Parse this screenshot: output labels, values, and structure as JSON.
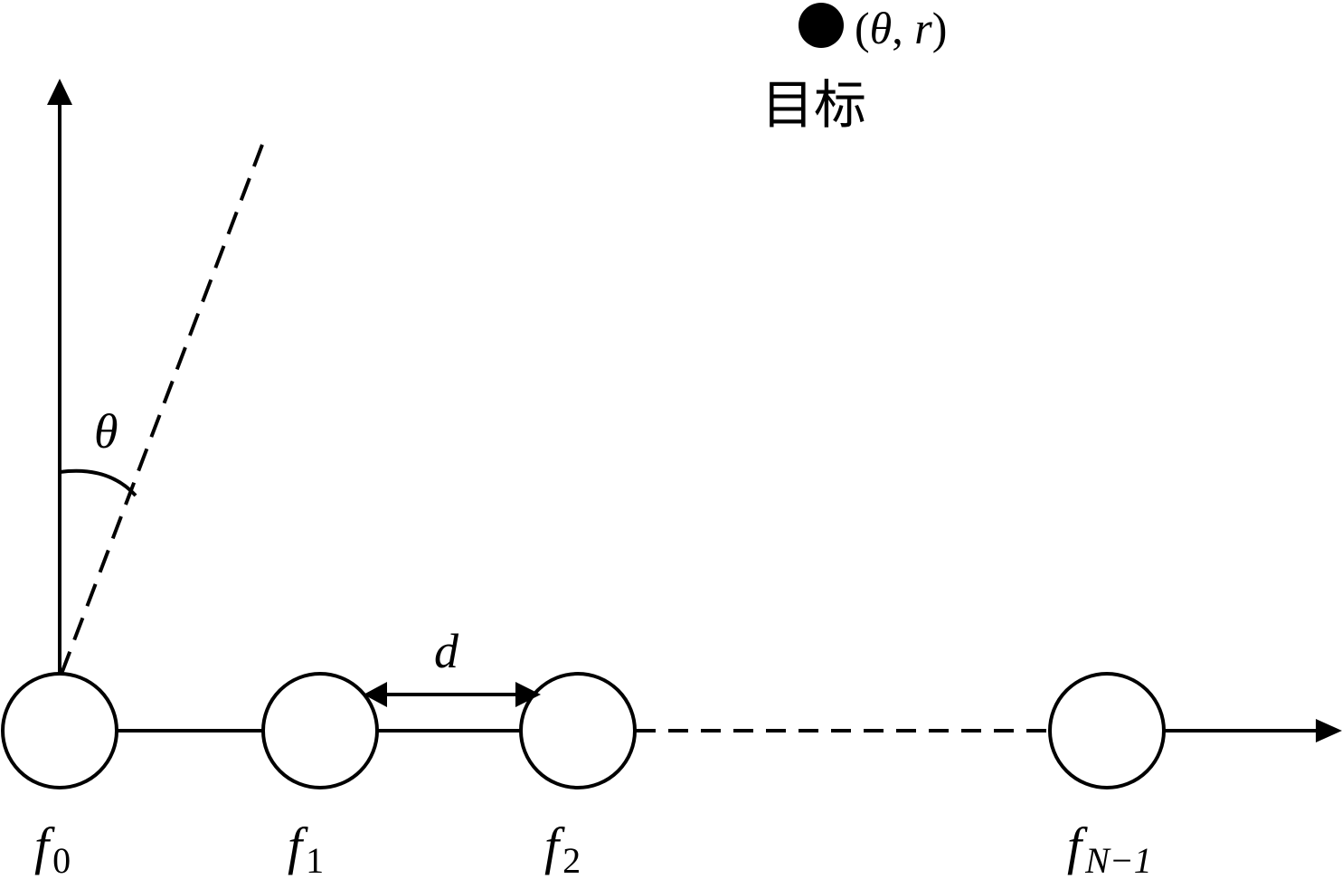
{
  "colors": {
    "stroke": "#000000",
    "background": "#ffffff"
  },
  "target": {
    "open_paren": "(",
    "theta": "θ",
    "comma": ", ",
    "r": "r",
    "close_paren": ")",
    "label": "目标"
  },
  "angle_label": "θ",
  "spacing_label": "d",
  "elements": [
    {
      "base": "f",
      "sub": "0"
    },
    {
      "base": "f",
      "sub": "1"
    },
    {
      "base": "f",
      "sub": "2"
    },
    {
      "base": "f",
      "sub": "N−1"
    }
  ]
}
